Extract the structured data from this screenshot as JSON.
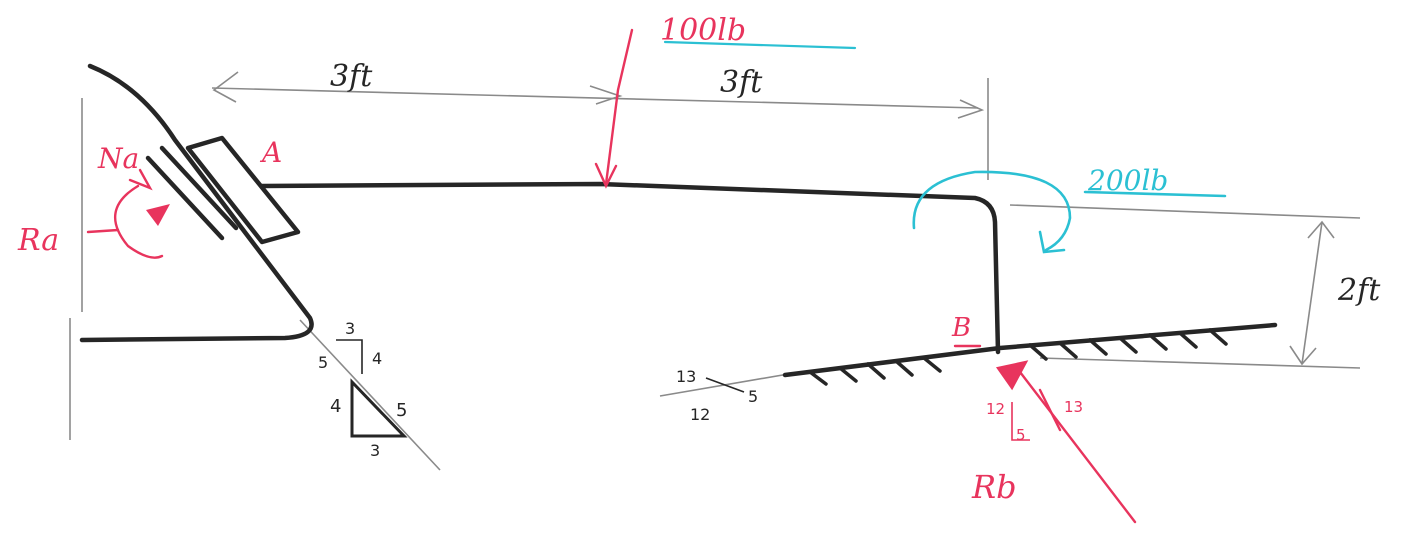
{
  "labels": {
    "force_top": "100lb",
    "couple": "200lb",
    "dim_left": "3ft",
    "dim_right": "3ft",
    "dim_height": "2ft",
    "point_a": "A",
    "point_b": "B",
    "reaction_a_normal": "Na",
    "reaction_a_moment": "Ra",
    "reaction_b": "Rb",
    "tri_left_small": [
      "3",
      "4",
      "5"
    ],
    "tri_left_large": [
      "4",
      "5",
      "3"
    ],
    "slope_ground": [
      "13",
      "5",
      "12"
    ],
    "tri_reaction_b": [
      "12",
      "5",
      "13"
    ]
  },
  "colors": {
    "ink": "#262626",
    "pencil": "#8a8a8a",
    "red": "#e8345d",
    "cyan": "#2bc0d3"
  }
}
